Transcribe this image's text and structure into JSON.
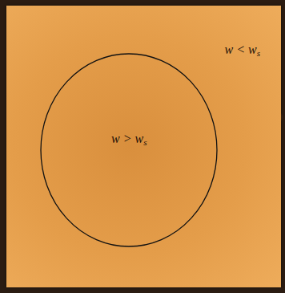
{
  "diagram": {
    "nodes": [
      {
        "text": [
          "w < ws"
        ]
      },
      {
        "text": [
          "w > ws"
        ],
        "in": 0
      }
    ]
  }
}
